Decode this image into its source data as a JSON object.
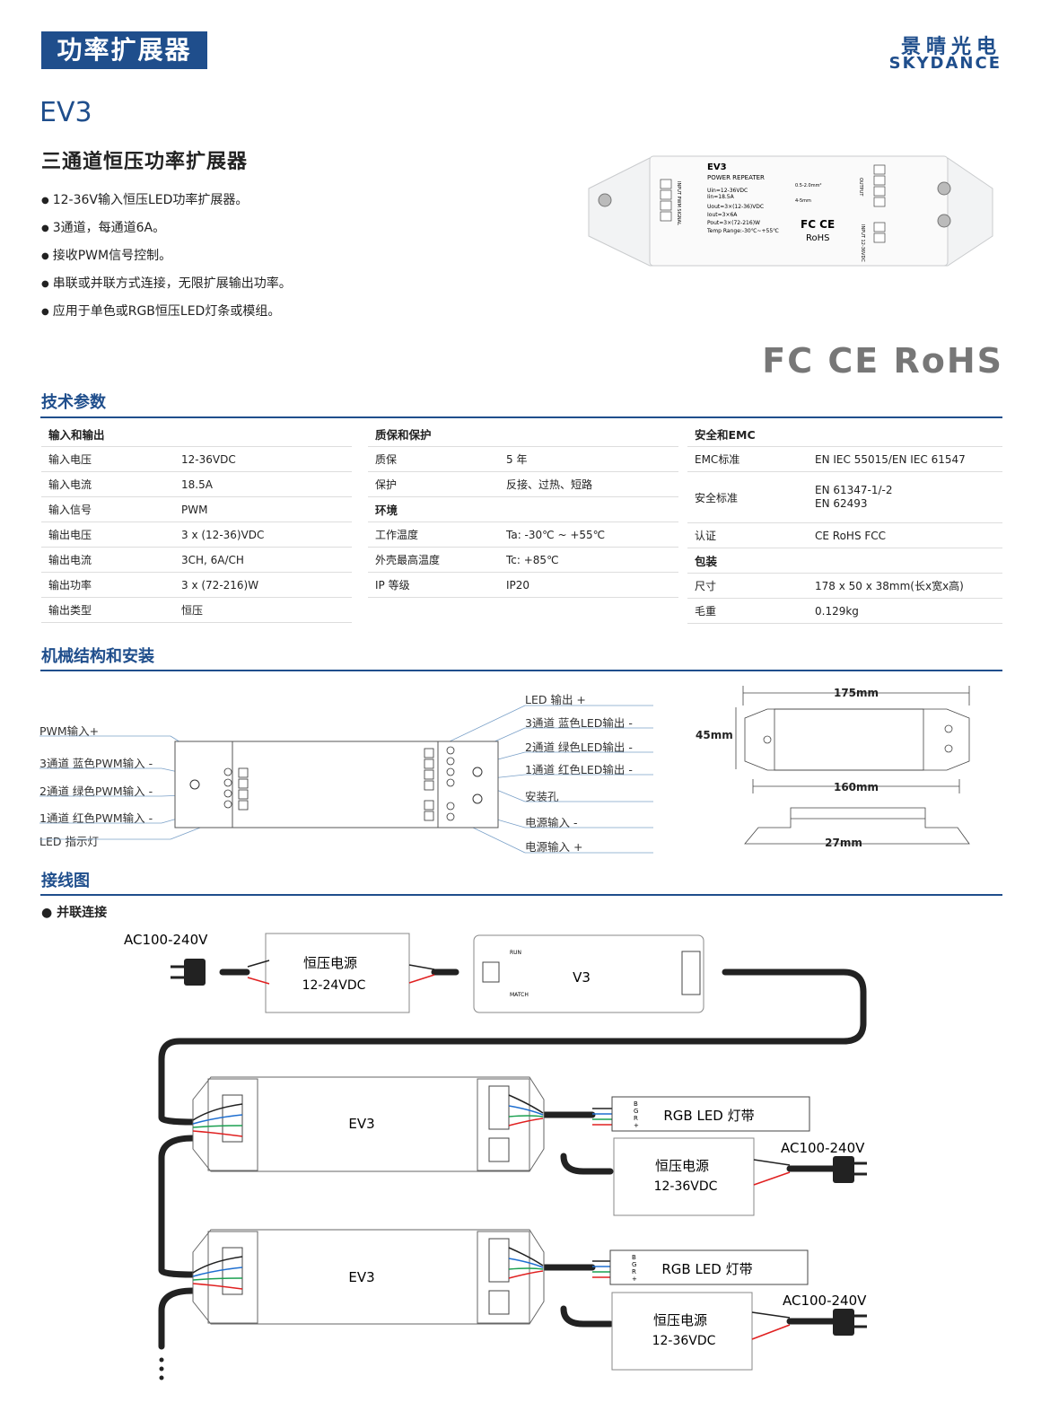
{
  "header": {
    "category": "功率扩展器",
    "brand_cn": "景晴光电",
    "brand_en": "SKYDANCE"
  },
  "model": "EV3",
  "subtitle": "三通道恒压功率扩展器",
  "features": [
    "12-36V输入恒压LED功率扩展器。",
    "3通道，每通道6A。",
    "接收PWM信号控制。",
    "串联或并联方式连接，无限扩展输出功率。",
    "应用于单色或RGB恒压LED灯条或模组。"
  ],
  "product_label": {
    "model": "EV3",
    "name": "POWER REPEATER",
    "uin": "Uin=12-36VDC",
    "iin": "Iin=18.5A",
    "uout": "Uout=3×(12-36)VDC",
    "iout": "Iout=3×6A",
    "pout": "Pout=3×(72-216)W",
    "temp": "Temp Range:-30℃~+55℃",
    "rohs": "RoHS",
    "fcce": "FC CE",
    "wire": "0.5-2.0mm²",
    "strip": "4-5mm",
    "input_sig": "INPUT PWM SIGNAL",
    "output": "OUTPUT",
    "input_dc": "INPUT 12-36VDC"
  },
  "certs": "FC  CE  RoHS",
  "sections": {
    "specs": "技术参数",
    "mech": "机械结构和安装",
    "wiring": "接线图"
  },
  "spec_col1": {
    "title": "输入和输出",
    "rows": [
      [
        "输入电压",
        "12-36VDC"
      ],
      [
        "输入电流",
        "18.5A"
      ],
      [
        "输入信号",
        "PWM"
      ],
      [
        "输出电压",
        "3 x (12-36)VDC"
      ],
      [
        "输出电流",
        "3CH, 6A/CH"
      ],
      [
        "输出功率",
        "3 x (72-216)W"
      ],
      [
        "输出类型",
        "恒压"
      ]
    ]
  },
  "spec_col2": {
    "title": "质保和保护",
    "rows": [
      [
        "质保",
        "5 年"
      ],
      [
        "保护",
        "反接、过热、短路"
      ]
    ],
    "title2": "环境",
    "rows2": [
      [
        "工作温度",
        "Ta: -30℃ ~ +55℃"
      ],
      [
        "外壳最高温度",
        "Tc: +85℃"
      ],
      [
        "IP 等级",
        "IP20"
      ]
    ]
  },
  "spec_col3": {
    "title": "安全和EMC",
    "rows": [
      [
        "EMC标准",
        "EN IEC 55015/EN IEC 61547"
      ],
      [
        "安全标准",
        "EN 61347-1/-2",
        "EN 62493"
      ],
      [
        "认证",
        "CE RoHS FCC"
      ]
    ],
    "title2": "包装",
    "rows2": [
      [
        "尺寸",
        "178 x 50 x 38mm(长x宽x高)"
      ],
      [
        "毛重",
        "0.129kg"
      ]
    ]
  },
  "mech_labels_left": [
    "PWM输入+",
    "3通道 蓝色PWM输入 -",
    "2通道 绿色PWM输入 -",
    "1通道 红色PWM输入 -",
    "LED 指示灯"
  ],
  "mech_labels_right": [
    "LED 输出 +",
    "3通道 蓝色LED输出 -",
    "2通道 绿色LED输出 -",
    "1通道 红色LED输出 -",
    "安装孔",
    "电源输入 -",
    "电源输入 +"
  ],
  "dims": {
    "len": "175mm",
    "inner": "160mm",
    "width": "45mm",
    "height": "27mm"
  },
  "wiring": {
    "mode": "并联连接",
    "ac": "AC100-240V",
    "psu_name": "恒压电源",
    "psu1_v": "12-24VDC",
    "psu2_v": "12-36VDC",
    "v3": "V3",
    "ev3": "EV3",
    "rgb": "RGB LED 灯带",
    "run": "RUN",
    "match": "MATCH",
    "bgr": [
      "B",
      "G",
      "R",
      "+"
    ]
  },
  "colors": {
    "brand": "#1f4e8c",
    "red": "#e02020",
    "green": "#1aa050",
    "blue": "#1f6fd0"
  }
}
